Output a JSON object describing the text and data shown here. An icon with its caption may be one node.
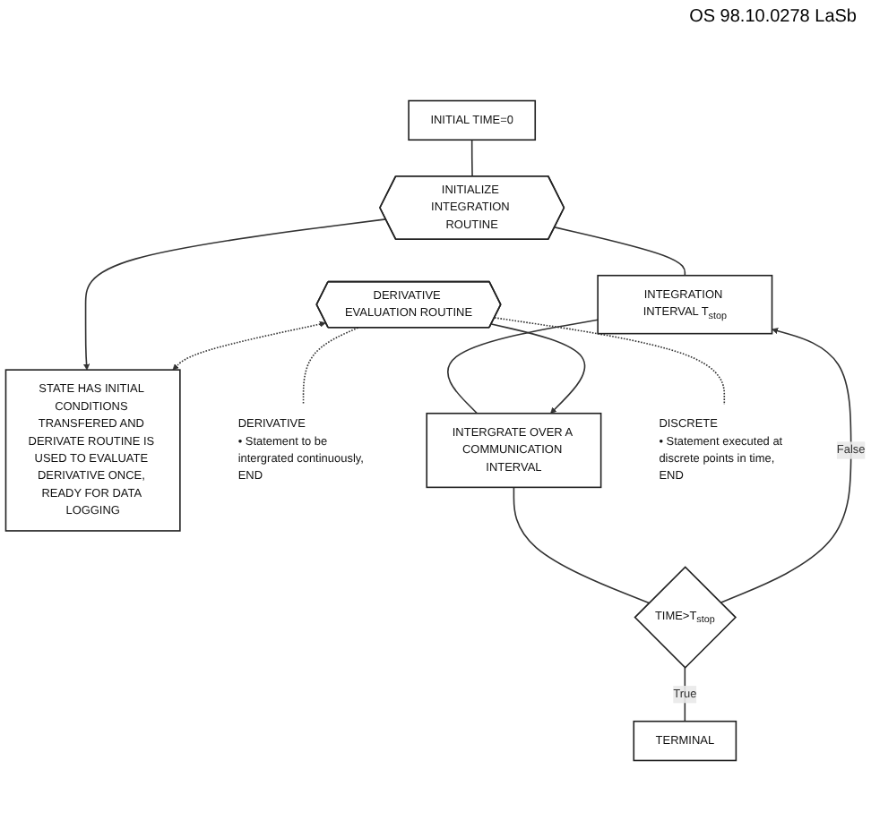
{
  "diagram": {
    "nodes": [
      {
        "text": [
          "INITIAL TIME=0"
        ]
      },
      {
        "text": [
          "INITIALIZE INTEGRATION ROUTINE"
        ]
      },
      {
        "text": [
          "STATE HAS INITIAL CONDITIONS TRANSFERED AND DERIVATE ROUTINE IS USED TO EVALUATE DERIVATIVE ONCE, READY FOR DATA LOGGING"
        ]
      },
      {
        "text": [
          "INTEGRATION INTERVAL T$_{stop}$"
        ]
      },
      {
        "text": [
          "DERIVATIVE",
          "• Statement to be intergrated continuously, END"
        ]
      },
      {
        "text": [
          "INTERGRATE OVER A COMMUNICATION INTERVAL"
        ]
      },
      {
        "text": [
          "DERIVATIVE EVALUATION ROUTINE"
        ]
      },
      {
        "text": [
          "DISCRETE",
          "• Statement executed at discrete points in time, END"
        ]
      },
      {
        "text": [
          "TIME>T$_{stop}$"
        ]
      },
      {
        "text": [
          "TERMINAL"
        ]
      }
    ],
    "edges": [
      {
        "from": 0,
        "to": 1,
        "arrow": "none"
      },
      {
        "from": 1,
        "to": 2,
        "arrow": "to"
      },
      {
        "from": 1,
        "to": 3,
        "arrow": "none"
      },
      {
        "from": 3,
        "to": 5,
        "arrow": "none"
      },
      {
        "from": 6,
        "to": 4,
        "arrow": "none",
        "style": "dashed"
      },
      {
        "from": 6,
        "to": 5,
        "arrow": "to"
      },
      {
        "from": 6,
        "to": 7,
        "arrow": "none",
        "style": "dashed"
      },
      {
        "from": 5,
        "to": 8,
        "arrow": "none"
      },
      {
        "from": 8,
        "to": 3,
        "arrow": "to",
        "label": "False"
      },
      {
        "from": 8,
        "to": 9,
        "arrow": "none",
        "label": "True"
      },
      {
        "from": 6,
        "to": 2,
        "arrow": "both",
        "style": "dashed"
      }
    ],
    "labels": [
      "OS 98.10.0278 LaSb"
    ]
  }
}
